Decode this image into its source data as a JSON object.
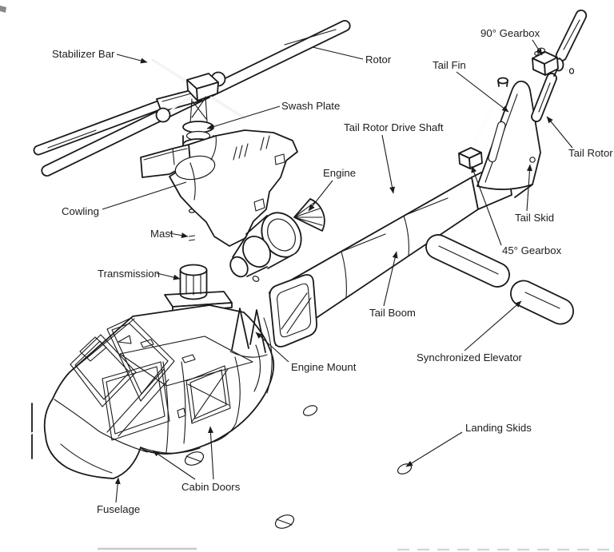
{
  "diagram": {
    "type": "exploded-view-line-diagram",
    "subject": "Helicopter components exploded view",
    "line_color": "#1a1a1a",
    "background_color": "#ffffff",
    "labels": {
      "stabilizer_bar": "Stabilizer Bar",
      "rotor": "Rotor",
      "gearbox_90": "90° Gearbox",
      "tail_fin": "Tail Fin",
      "swash_plate": "Swash Plate",
      "tail_rotor_drive_shaft": "Tail Rotor Drive Shaft",
      "engine": "Engine",
      "tail_rotor": "Tail Rotor",
      "cowling": "Cowling",
      "mast": "Mast",
      "gearbox_45": "45° Gearbox",
      "transmission": "Transmission",
      "tail_boom": "Tail Boom",
      "engine_mount": "Engine Mount",
      "synchronized_elevator": "Synchronized Elevator",
      "landing_skids": "Landing Skids",
      "tail_skid": "Tail Skid",
      "cabin_doors": "Cabin Doors",
      "fuselage": "Fuselage"
    }
  }
}
